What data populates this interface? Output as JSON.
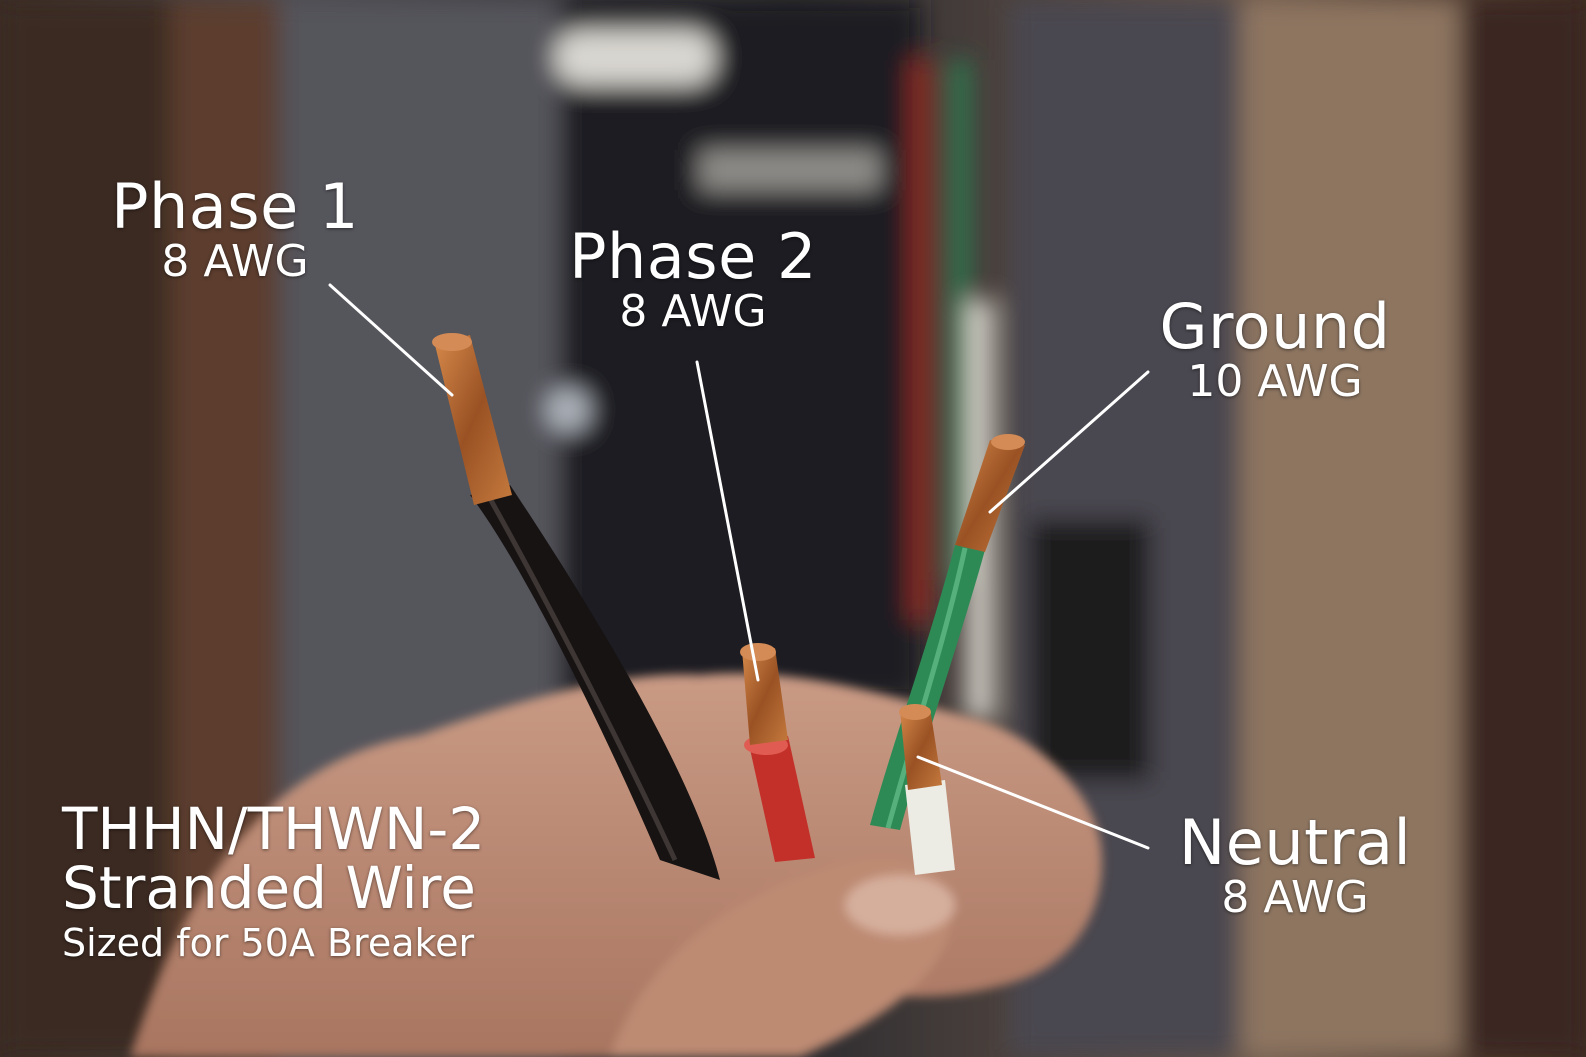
{
  "labels": {
    "phase1": {
      "name": "Phase 1",
      "gauge": "8 AWG"
    },
    "phase2": {
      "name": "Phase 2",
      "gauge": "8 AWG"
    },
    "ground": {
      "name": "Ground",
      "gauge": "10 AWG"
    },
    "neutral": {
      "name": "Neutral",
      "gauge": "8 AWG"
    }
  },
  "caption": {
    "line1": "THHN/THWN-2",
    "line2": "Stranded Wire",
    "line3": "Sized for 50A Breaker"
  },
  "colors": {
    "phase1_wire": "#1a1614",
    "phase2_wire": "#c8312c",
    "ground_wire": "#2e8a55",
    "neutral_wire": "#eceae3",
    "copper": "#b5672f",
    "label_text": "#ffffff"
  }
}
